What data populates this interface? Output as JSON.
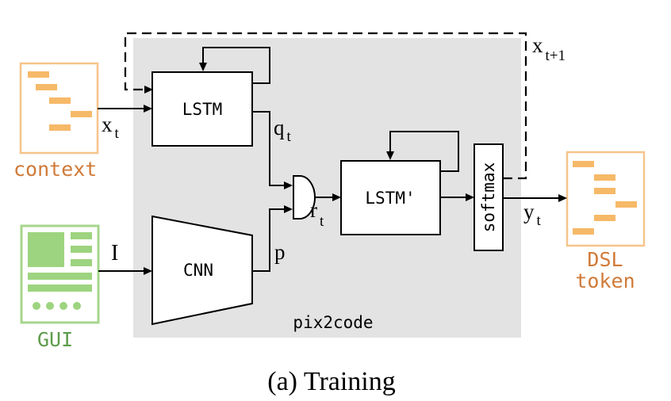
{
  "blocks": {
    "lstm": "LSTM",
    "lstm_prime": "LSTM'",
    "cnn": "CNN",
    "softmax": "softmax"
  },
  "labels": {
    "pix2code": "pix2code",
    "context": "context",
    "gui": "GUI",
    "dsl_line1": "DSL",
    "dsl_line2": "token",
    "caption": "(a) Training"
  },
  "variables": {
    "x_t": {
      "base": "x",
      "sub": "t"
    },
    "x_next": {
      "base": "x",
      "sub": "t+1"
    },
    "q_t": {
      "base": "q",
      "sub": "t"
    },
    "r_t": {
      "base": "r",
      "sub": "t"
    },
    "y_t": {
      "base": "y",
      "sub": "t"
    },
    "I": "I",
    "p": "p"
  },
  "colors": {
    "panel": "#e3e3e3",
    "orange": "#f6b968",
    "orange_text": "#d07a38",
    "green_border": "#a6d68c",
    "green_fill": "#9dd47f",
    "green_text": "#5d9c4a"
  }
}
